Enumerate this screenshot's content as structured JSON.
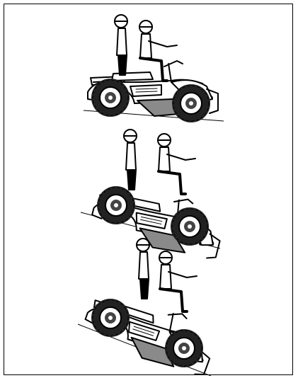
{
  "figure": {
    "panels": [
      {
        "name": "level-ground"
      },
      {
        "name": "uphill-moderate"
      },
      {
        "name": "uphill-steep"
      }
    ],
    "colors": {
      "line": "#000000",
      "paint": "#ffffff",
      "shadow": "#8a8a8a"
    }
  }
}
